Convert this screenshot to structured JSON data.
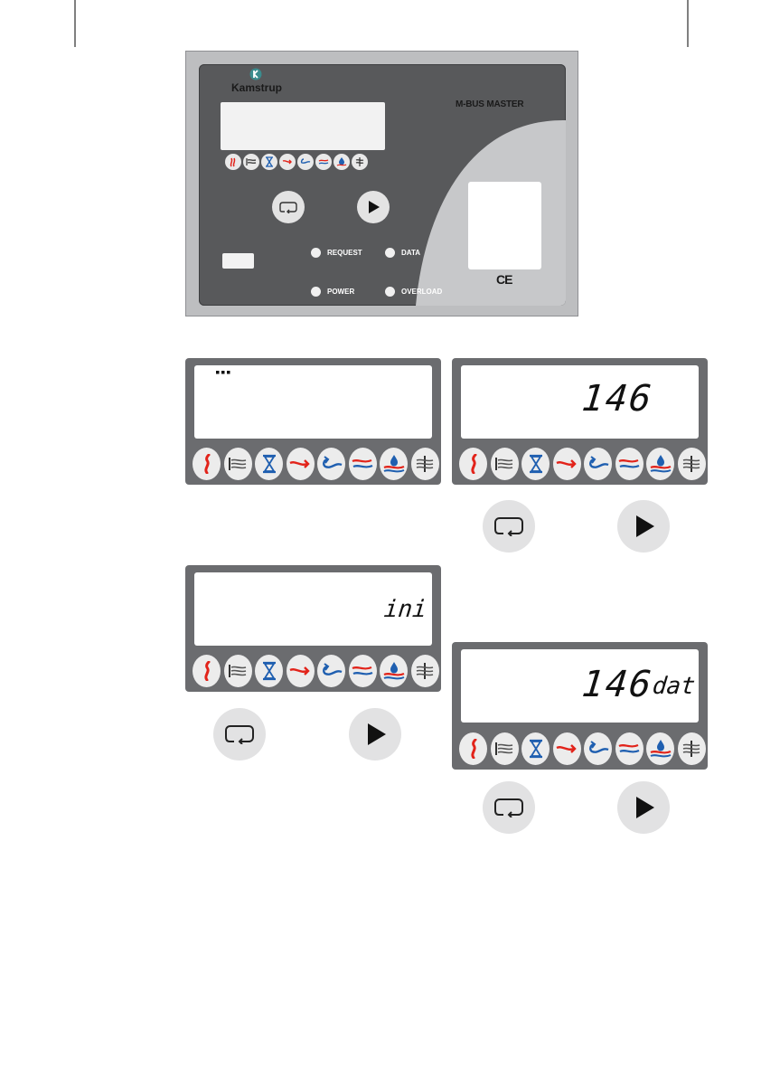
{
  "panel": {
    "brand": "Kamstrup",
    "title": "M-BUS MASTER",
    "leds": {
      "request": "REQUEST",
      "data": "DATA",
      "power": "POWER",
      "overload": "OVERLOAD"
    },
    "ce": "CE"
  },
  "icons": [
    "heat-icon",
    "flow-icon",
    "hourglass-icon",
    "forward-pipe-icon",
    "return-pipe-icon",
    "forward-return-icon",
    "water-drop-icon",
    "cooling-icon"
  ],
  "screens": {
    "screen1": {
      "display": ""
    },
    "screen2": {
      "display": "146"
    },
    "screen3": {
      "display": "ini"
    },
    "screen4": {
      "display": "146",
      "suffix": "dat"
    }
  },
  "colors": {
    "panel": "#58595b",
    "red": "#e2231a",
    "blue": "#1f5fb0",
    "logo": "#3b8c8e"
  }
}
